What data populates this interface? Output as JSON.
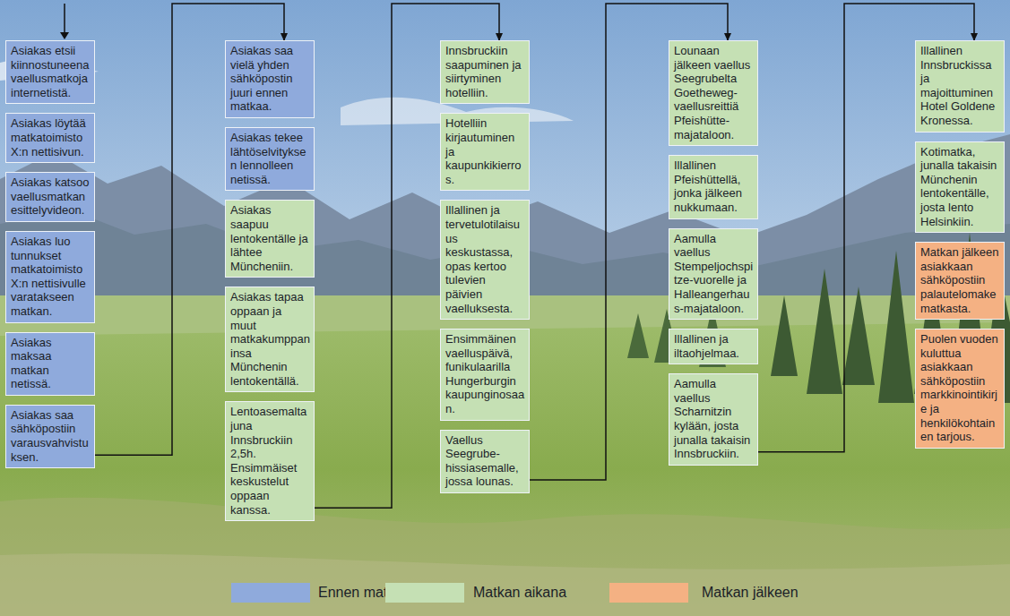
{
  "diagram": {
    "nodes": [
      {
        "text": [
          "Asiakas etsii kiinnostuneena vaellusmatkoja internetistä."
        ]
      },
      {
        "text": [
          "Asiakas löytää matkatoimisto X:n nettisivun."
        ]
      },
      {
        "text": [
          "Asiakas katsoo vaellusmatkan esittelyvideon."
        ]
      },
      {
        "text": [
          "Asiakas luo tunnukset matkatoimisto X:n nettisivulle varatakseen matkan."
        ]
      },
      {
        "text": [
          "Asiakas maksaa matkan netissä."
        ]
      },
      {
        "text": [
          "Asiakas saa sähköpostiin varausvahvistuksen."
        ]
      },
      {
        "text": [
          "Asiakas saa vielä yhden sähköpostin juuri ennen matkaa."
        ]
      },
      {
        "text": [
          "Asiakas tekee lähtöselvityksen lennolleen netissä."
        ]
      },
      {
        "text": [
          "Asiakas saapuu lentokentälle ja lähtee Müncheniin."
        ]
      },
      {
        "text": [
          "Asiakas tapaa oppaan ja muut matkakumppaninsa Münchenin lentokentällä."
        ]
      },
      {
        "text": [
          "Lentoasemalta juna Innsbruckiin 2,5h. Ensimmäiset keskustelut oppaan kanssa."
        ]
      },
      {
        "text": [
          "Innsbruckiin saapuminen ja siirtyminen hotelliin."
        ]
      },
      {
        "text": [
          "Hotelliin kirjautuminen ja kaupunkikierros."
        ]
      },
      {
        "text": [
          "Illallinen ja tervetulotilaisuus keskustassa, opas kertoo tulevien päivien vaelluksesta."
        ]
      },
      {
        "text": [
          "Ensimmäinen vaelluspäivä, funikulaarilla Hungerburgin kaupunginosaan."
        ]
      },
      {
        "text": [
          "Vaellus Seegrube-hissiasemalle, jossa lounas."
        ]
      },
      {
        "text": [
          "Lounaan jälkeen vaellus Seegrubelta Goetheweg-vaellusreittiä Pfeishütte-majataloon."
        ]
      },
      {
        "text": [
          "Illallinen Pfeishüttellä, jonka jälkeen nukkumaan."
        ]
      },
      {
        "text": [
          "Aamulla vaellus Stempeljochspitze-vuorelle ja Halleangerhaus-majataloon."
        ]
      },
      {
        "text": [
          "Illallinen ja iltaohjelmaa."
        ]
      },
      {
        "text": [
          "Aamulla vaellus Scharnitzin kylään, josta junalla takaisin Innsbruckiin."
        ]
      },
      {
        "text": [
          "Illallinen Innsbruckissa ja majoittuminen Hotel Goldene Kronessa."
        ]
      },
      {
        "text": [
          "Kotimatka, junalla takaisin Münchenin lentokentälle, josta lento Helsinkiin."
        ]
      },
      {
        "text": [
          "Matkan jälkeen asiakkaan sähköpostiin palautelomake matkasta."
        ]
      },
      {
        "text": [
          "Puolen vuoden kuluttua asiakkaan sähköpostiin markkinointikirje ja henkilökohtainen tarjous."
        ]
      }
    ],
    "edges": [
      {
        "from": 5,
        "to": 6,
        "arrow": "to"
      },
      {
        "from": 10,
        "to": 11,
        "arrow": "to"
      },
      {
        "from": 15,
        "to": 16,
        "arrow": "to"
      },
      {
        "from": 20,
        "to": 21,
        "arrow": "to"
      }
    ],
    "legend": [
      {
        "text": "Ennen matkaa",
        "color": "#8faadc"
      },
      {
        "text": "Matkan aikana",
        "color": "#c5e0b4"
      },
      {
        "text": "Matkan jälkeen",
        "color": "#f4b183"
      }
    ]
  }
}
